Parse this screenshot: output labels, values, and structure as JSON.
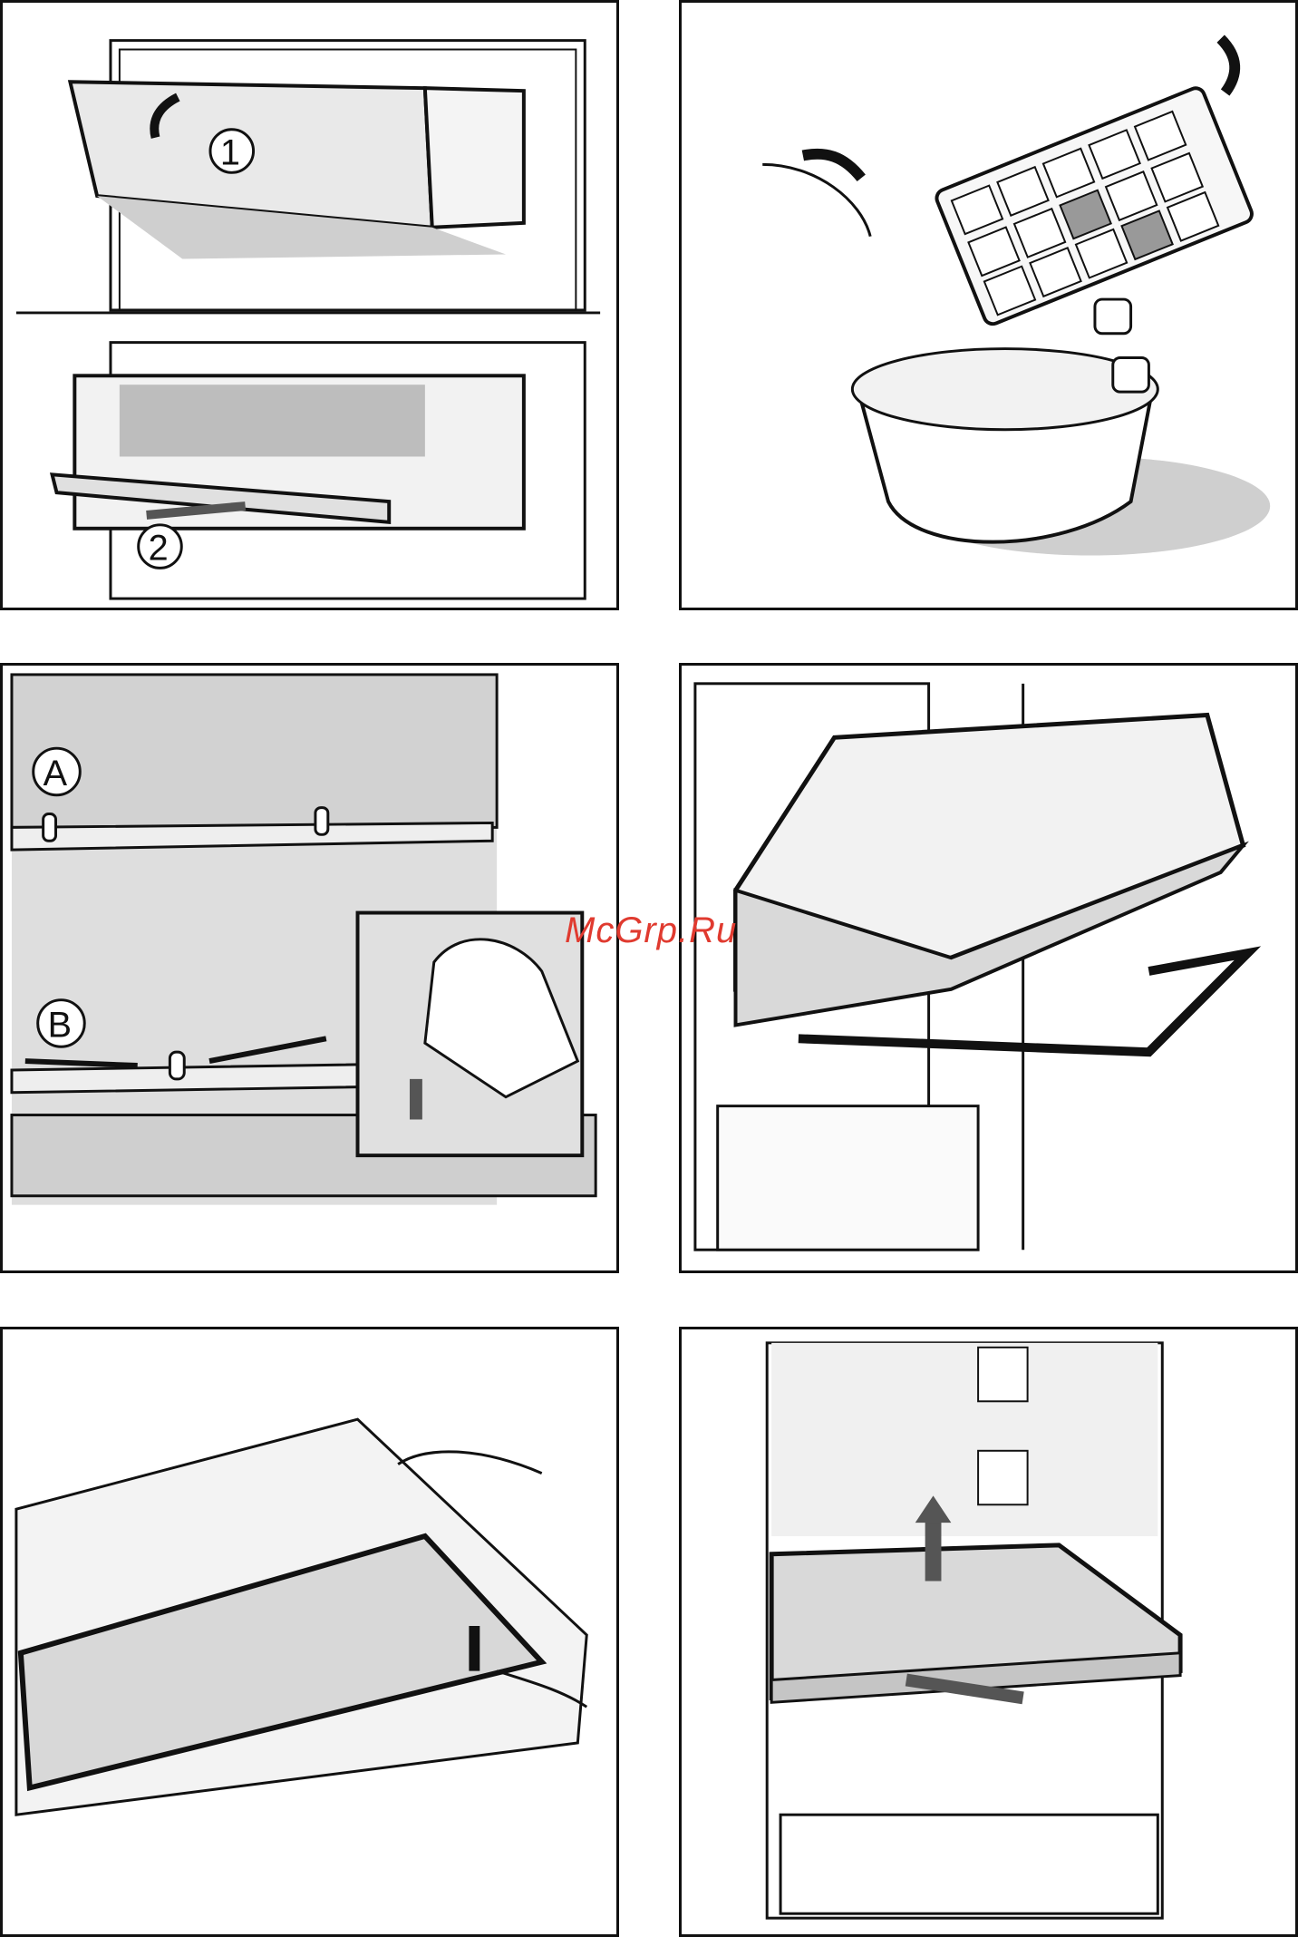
{
  "document": {
    "panels": [
      {
        "id": "panel-1",
        "callouts": [
          "1",
          "2"
        ]
      },
      {
        "id": "panel-2",
        "callouts": []
      },
      {
        "id": "panel-3",
        "callouts": [
          "A",
          "B"
        ]
      },
      {
        "id": "panel-4",
        "callouts": []
      },
      {
        "id": "panel-5",
        "callouts": []
      },
      {
        "id": "panel-6",
        "callouts": []
      }
    ],
    "watermark": "McGrp.Ru"
  },
  "colors": {
    "line": "#111111",
    "shade": "#bdbdbd",
    "light": "#e9e9e9",
    "watermark": "#e03a2f"
  }
}
